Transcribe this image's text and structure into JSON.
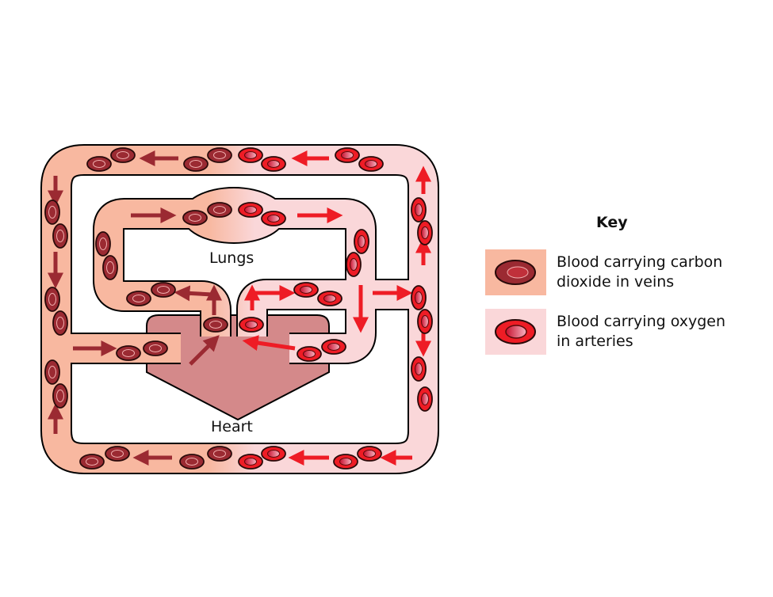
{
  "labels": {
    "lungs": "Lungs",
    "heart": "Heart"
  },
  "key": {
    "title": "Key",
    "items": [
      {
        "text_line1": "Blood carrying carbon",
        "text_line2": "dioxide in veins",
        "band_color": "#f8b8a0",
        "cell_color": "#9b2a32"
      },
      {
        "text_line1": "Blood carrying oxygen",
        "text_line2": "in arteries",
        "band_color": "#fad7d9",
        "cell_color": "#ee1c25"
      }
    ]
  },
  "colors": {
    "vein_band": "#f8b8a0",
    "artery_band": "#fad7d9",
    "vein": "#9b2a32",
    "artery": "#ee1c25",
    "heart": "#d4898a"
  }
}
